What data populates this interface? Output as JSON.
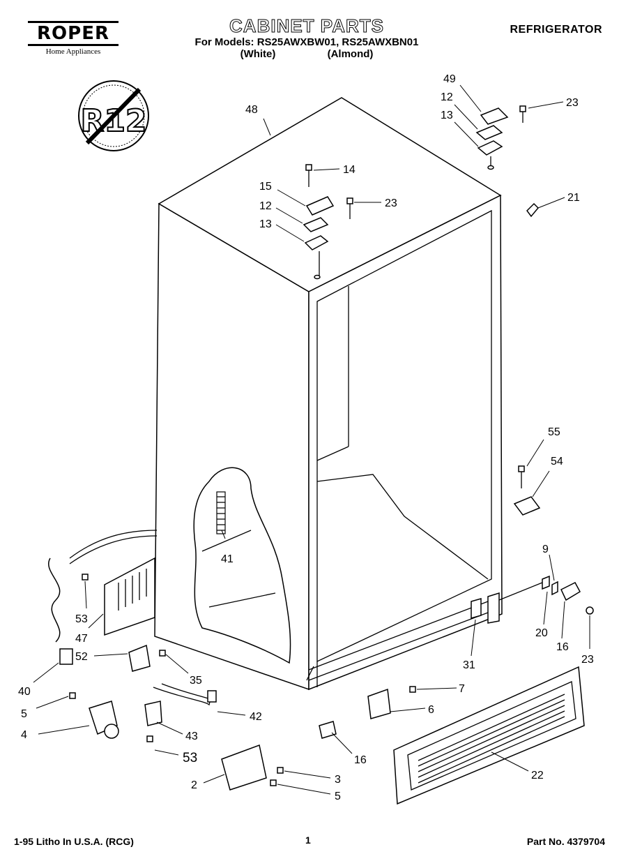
{
  "header": {
    "brand": "ROPER",
    "brand_tagline": "Home Appliances",
    "title": "CABINET PARTS",
    "models_line": "For Models: RS25AWXBW01, RS25AWXBN01",
    "variant_white": "(White)",
    "variant_almond": "(Almond)",
    "category": "REFRIGERATOR"
  },
  "badge": {
    "text": "R12",
    "icon": "no-r12-icon"
  },
  "callouts": {
    "c48": "48",
    "c49": "49",
    "c12a": "12",
    "c13a": "13",
    "c23a": "23",
    "c14": "14",
    "c15": "15",
    "c12b": "12",
    "c13b": "13",
    "c23b": "23",
    "c21": "21",
    "c55": "55",
    "c54": "54",
    "c41": "41",
    "c9": "9",
    "c53a": "53",
    "c47": "47",
    "c20": "20",
    "c16a": "16",
    "c23c": "23",
    "c52": "52",
    "c31": "31",
    "c40": "40",
    "c35": "35",
    "c7": "7",
    "c5a": "5",
    "c42": "42",
    "c6": "6",
    "c4": "4",
    "c43": "43",
    "c16b": "16",
    "c53b": "53",
    "c22": "22",
    "c2": "2",
    "c3": "3",
    "c5b": "5"
  },
  "footer": {
    "litho": "1-95 Litho In U.S.A. (RCG)",
    "page": "1",
    "part_no": "Part No. 4379704"
  }
}
